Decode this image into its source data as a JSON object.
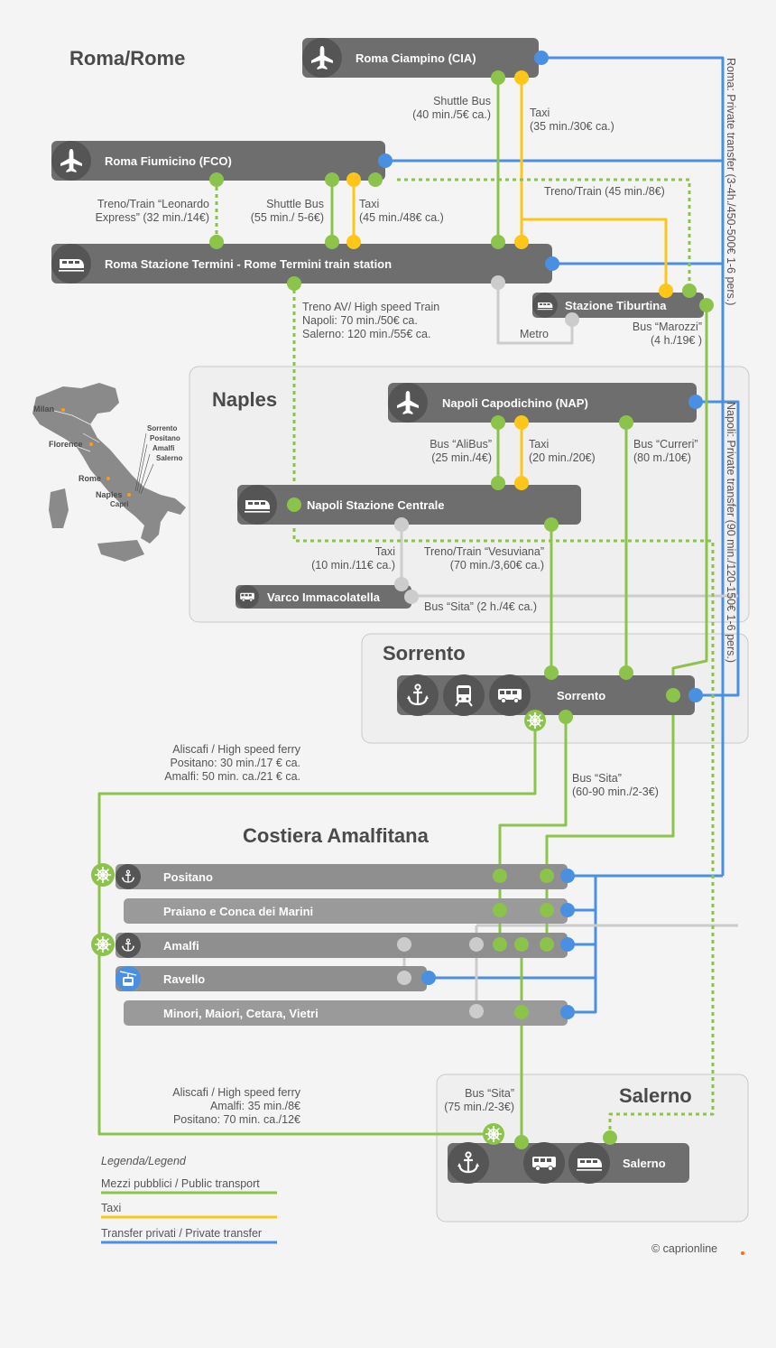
{
  "colors": {
    "public_transport": "#8cc34a",
    "taxi": "#ffc61a",
    "private_transfer": "#4a90e2",
    "station_bar": "#6e6e6e",
    "light_bar": "#9a9a9a",
    "metro_line": "#cccccc",
    "text": "#555555"
  },
  "sections": {
    "roma": "Roma/Rome",
    "naples": "Naples",
    "sorrento": "Sorrento",
    "amalfi_coast": "Costiera Amalfitana",
    "salerno": "Salerno"
  },
  "stations": {
    "ciampino": "Roma Ciampino (CIA)",
    "fiumicino": "Roma Fiumicino (FCO)",
    "termini": "Roma Stazione Termini - Rome Termini train station",
    "tiburtina": "Stazione Tiburtina",
    "capodichino": "Napoli Capodichino (NAP)",
    "napoli_centrale": "Napoli Stazione Centrale",
    "varco": "Varco Immacolatella",
    "sorrento": "Sorrento",
    "positano": "Positano",
    "praiano": "Praiano e Conca dei Marini",
    "amalfi": "Amalfi",
    "ravello": "Ravello",
    "minori": "Minori, Maiori, Cetara, Vietri",
    "salerno": "Salerno"
  },
  "labels": {
    "ciampino_shuttle": [
      "Shuttle Bus",
      "(40 min./5€ ca.)"
    ],
    "ciampino_taxi": [
      "Taxi",
      "(35 min./30€ ca.)"
    ],
    "leonardo": [
      "Treno/Train “Leonardo",
      "Express” (32 min./14€)"
    ],
    "fco_shuttle": [
      "Shuttle Bus",
      "(55 min./ 5-6€)"
    ],
    "fco_taxi": [
      "Taxi",
      "(45 min./48€ ca.)"
    ],
    "fco_train_tiburtina": "Treno/Train (45 min./8€)",
    "high_speed": [
      "Treno AV/ High speed Train",
      "Napoli: 70 min./50€ ca.",
      "Salerno: 120 min./55€ ca."
    ],
    "metro": "Metro",
    "marozzi": [
      "Bus “Marozzi”",
      "(4 h./19€ )"
    ],
    "alibus": [
      "Bus “AliBus”",
      "(25 min./4€)"
    ],
    "nap_taxi": [
      "Taxi",
      "(20 min./20€)"
    ],
    "curreri": [
      "Bus “Curreri”",
      "(80 m./10€)"
    ],
    "centrale_taxi": [
      "Taxi",
      "(10 min./11€ ca.)"
    ],
    "vesuviana": [
      "Treno/Train “Vesuviana”",
      "(70 min./3,60€ ca.)"
    ],
    "bus_sita_varco": "Bus “Sita” (2 h./4€ ca.)",
    "ferry_sorrento": [
      "Aliscafi / High speed ferry",
      "Positano: 30 min./17 € ca.",
      "Amalfi: 50 min. ca./21 € ca."
    ],
    "bus_sita_sorrento": [
      "Bus “Sita”",
      "(60-90 min./2-3€)"
    ],
    "ferry_salerno": [
      "Aliscafi / High speed ferry",
      "Amalfi: 35 min./8€",
      "Positano: 70 min. ca./12€"
    ],
    "bus_sita_salerno": [
      "Bus “Sita”",
      "(75 min./2-3€)"
    ],
    "roma_private": "Roma: Private transfer (3-4h./450-500€ 1-6 pers.)",
    "napoli_private": "Napoli: Private transfer (90 min./120-150€ 1-6 pers.)"
  },
  "map_cities": {
    "milan": "Milan",
    "florence": "Florence",
    "rome": "Rome",
    "naples": "Naples",
    "capri": "Capri",
    "sorrento": "Sorrento",
    "positano": "Positano",
    "amalfi": "Amalfi",
    "salerno": "Salerno"
  },
  "legend": {
    "title": "Legenda/Legend",
    "public": "Mezzi pubblici / Public transport",
    "taxi": "Taxi",
    "private": "Transfer privati / Private transfer"
  },
  "icons": [
    "plane-icon",
    "train-icon",
    "bus-icon",
    "anchor-icon",
    "ship-wheel-icon",
    "tram-icon",
    "cable-car-icon"
  ],
  "copyright": "© caprionline"
}
